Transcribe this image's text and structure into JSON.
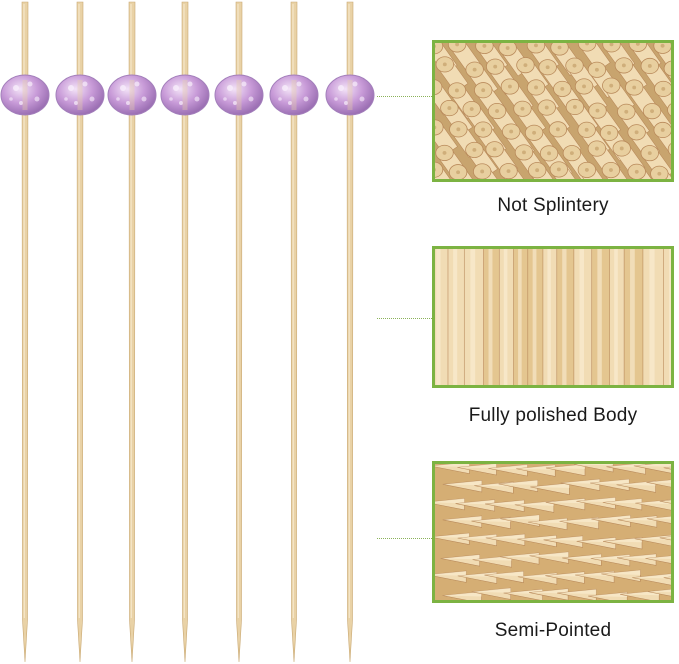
{
  "features": [
    {
      "caption": "Not Splintery",
      "texture": "bamboo-ends"
    },
    {
      "caption": "Fully polished Body",
      "texture": "bamboo-side"
    },
    {
      "caption": "Semi-Pointed",
      "texture": "bamboo-tips"
    }
  ],
  "skewers": {
    "count": 7,
    "bead_color": "#c89bd8",
    "stick_color": "#e9d2a6"
  },
  "colors": {
    "frame": "#7cb342",
    "connector": "#8bb25a",
    "wood_light": "#f1dcb4",
    "wood_dark": "#b8895a"
  }
}
